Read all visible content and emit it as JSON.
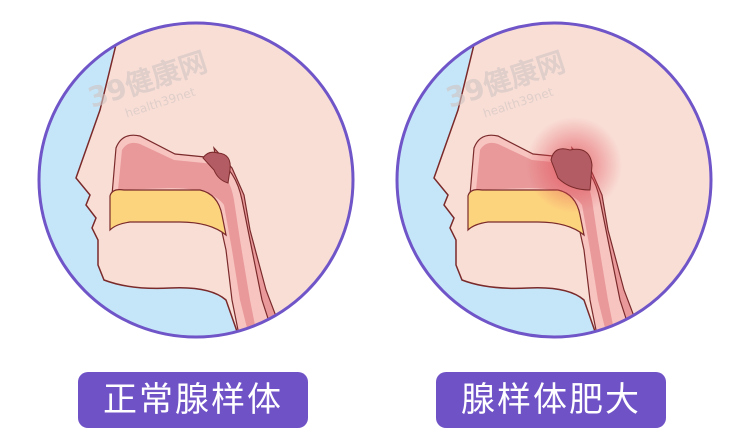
{
  "watermark": {
    "brand": "39健康网",
    "url": "health39net"
  },
  "panels": [
    {
      "label": "正常腺样体",
      "state": "normal"
    },
    {
      "label": "腺样体肥大",
      "state": "enlarged"
    }
  ],
  "colors": {
    "border": "#6f55c8",
    "label_bg": "#7052c7",
    "skin": "#f9ded6",
    "background": "#c5e6f9",
    "airway": "#e9999a",
    "palate": "#fdd47e",
    "adenoid": "#b45c64",
    "inflammation": "#e04a55"
  }
}
